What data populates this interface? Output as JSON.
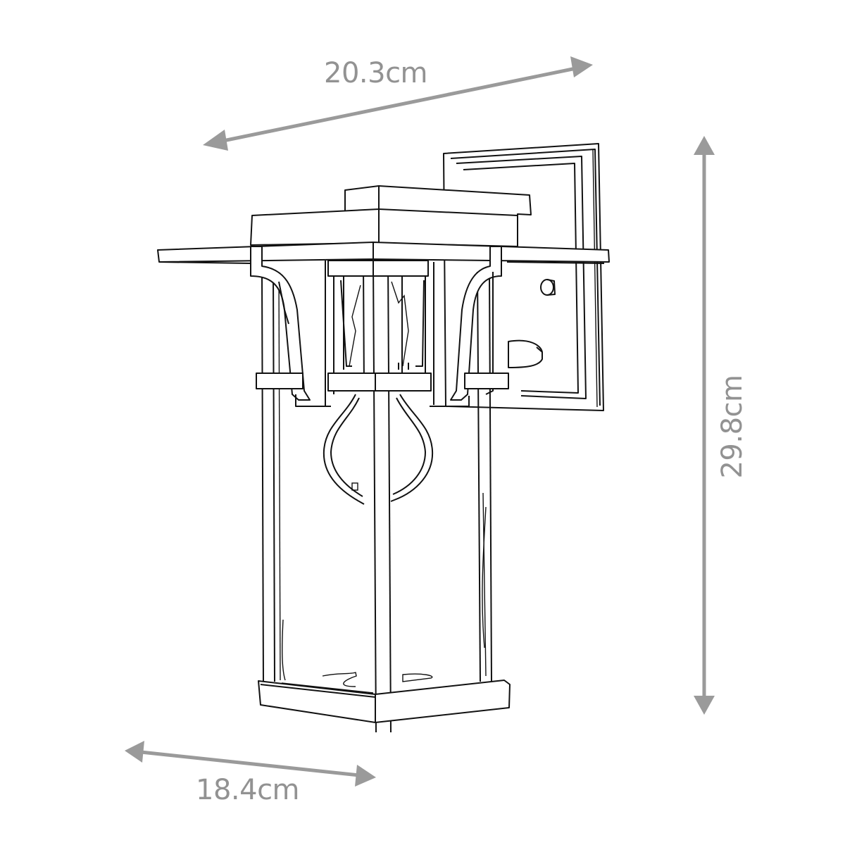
{
  "diagram": {
    "subject": "wall lantern line drawing",
    "line_color": "#111111",
    "background": "#ffffff",
    "dimension_color": "#929292"
  },
  "dimensions": {
    "width": {
      "label": "20.3cm"
    },
    "height": {
      "label": "29.8cm"
    },
    "depth": {
      "label": "18.4cm"
    }
  }
}
